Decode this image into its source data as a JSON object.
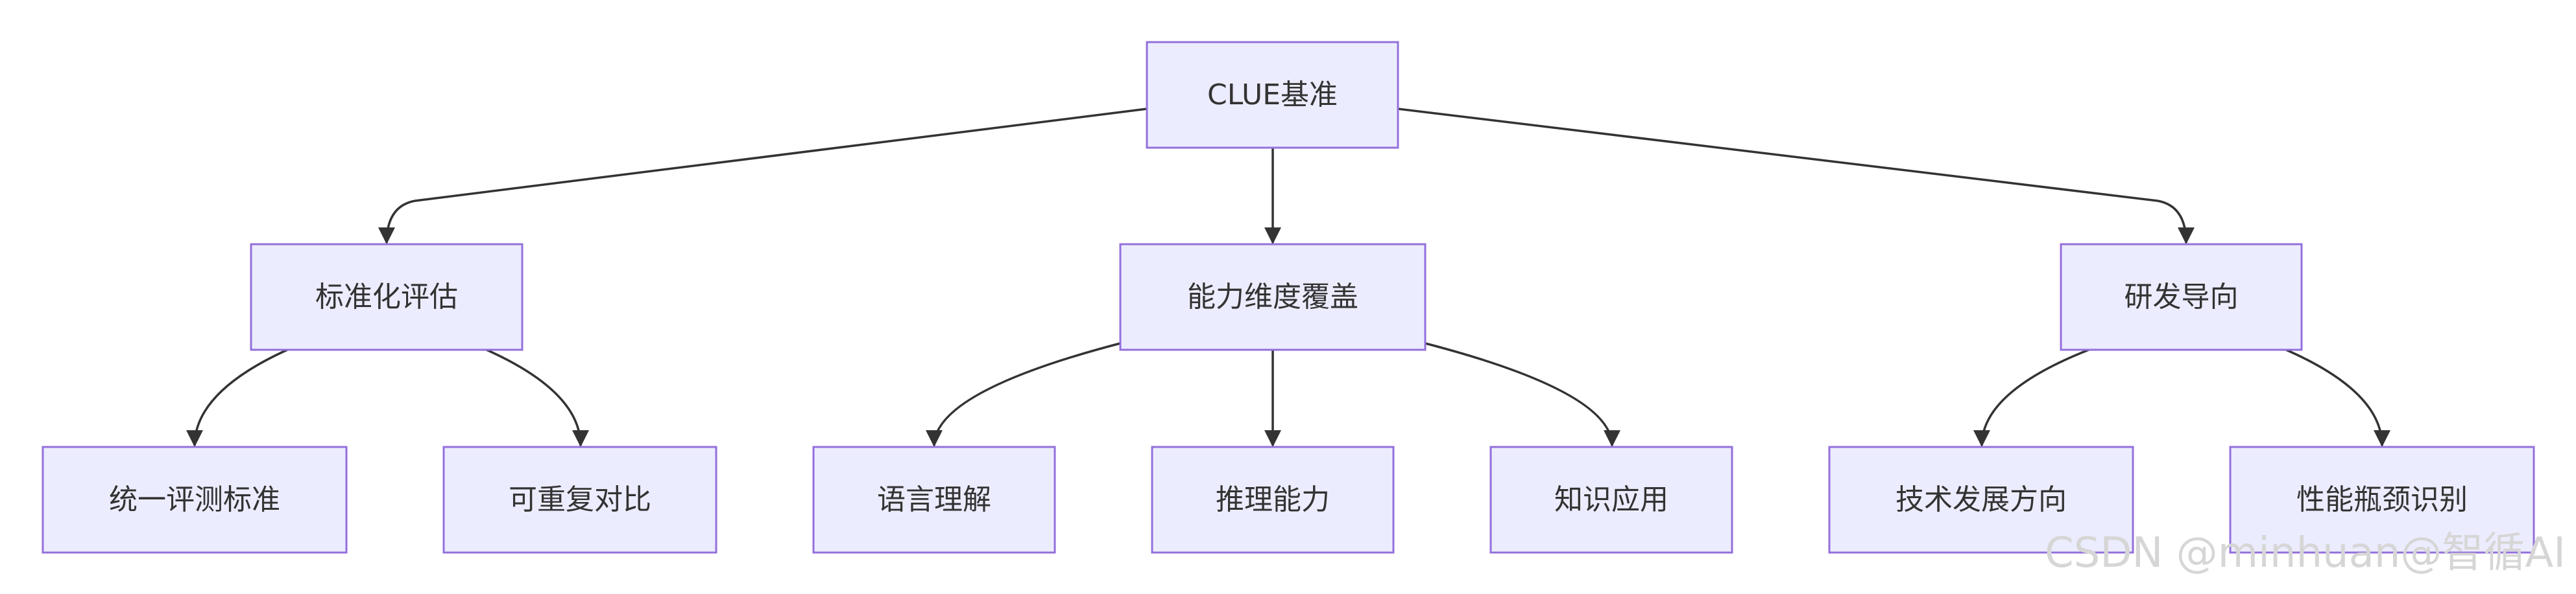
{
  "diagram": {
    "type": "flowchart-tree",
    "direction": "top-down",
    "root": {
      "label": "CLUE基准"
    },
    "level1": [
      {
        "label": "标准化评估"
      },
      {
        "label": "能力维度覆盖"
      },
      {
        "label": "研发导向"
      }
    ],
    "level2": [
      {
        "label": "统一评测标准",
        "parent": "标准化评估"
      },
      {
        "label": "可重复对比",
        "parent": "标准化评估"
      },
      {
        "label": "语言理解",
        "parent": "能力维度覆盖"
      },
      {
        "label": "推理能力",
        "parent": "能力维度覆盖"
      },
      {
        "label": "知识应用",
        "parent": "能力维度覆盖"
      },
      {
        "label": "技术发展方向",
        "parent": "研发导向"
      },
      {
        "label": "性能瓶颈识别",
        "parent": "研发导向"
      }
    ],
    "colors": {
      "node_fill": "#ececff",
      "node_border": "#9370db",
      "edge": "#333333",
      "text": "#333333",
      "watermark": "#d6d6d6"
    }
  },
  "watermark": "CSDN @minhuan@智循AI"
}
